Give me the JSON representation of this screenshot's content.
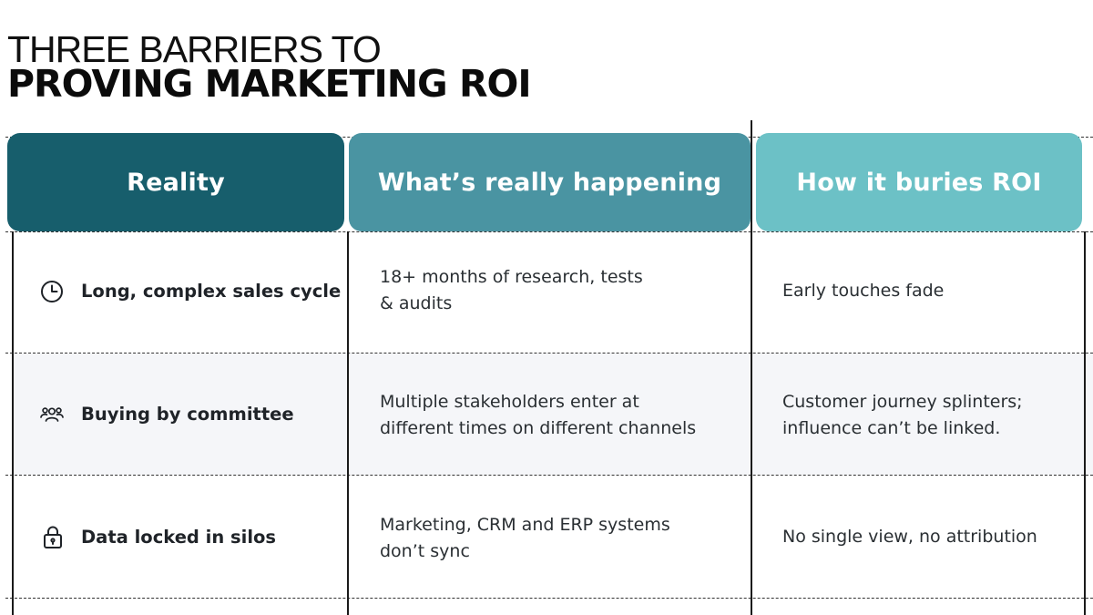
{
  "title": {
    "line1": "THREE BARRIERS TO",
    "line2": "PROVING MARKETING ROI"
  },
  "colors": {
    "col1_header": "#175e6c",
    "col2_header": "#4a94a2",
    "col3_header": "#6cc1c6",
    "row_band": "#f5f6f9"
  },
  "headers": {
    "reality": "Reality",
    "happening": "What’s really happening",
    "roi": "How it buries ROI"
  },
  "rows": [
    {
      "icon": "clock-icon",
      "reality": "Long, complex sales cycle",
      "happening_line1": "18+ months of research, tests",
      "happening_line2": "& audits",
      "roi_line1": "Early touches fade",
      "roi_line2": ""
    },
    {
      "icon": "people-group-icon",
      "reality": "Buying by committee",
      "happening_line1": "Multiple stakeholders enter at",
      "happening_line2": "different times on different channels",
      "roi_line1": "Customer journey splinters;",
      "roi_line2": "influence can’t be linked."
    },
    {
      "icon": "lock-icon",
      "reality": "Data locked in silos",
      "happening_line1": "Marketing, CRM and ERP systems",
      "happening_line2": "don’t sync",
      "roi_line1": "No single view, no attribution",
      "roi_line2": ""
    }
  ]
}
